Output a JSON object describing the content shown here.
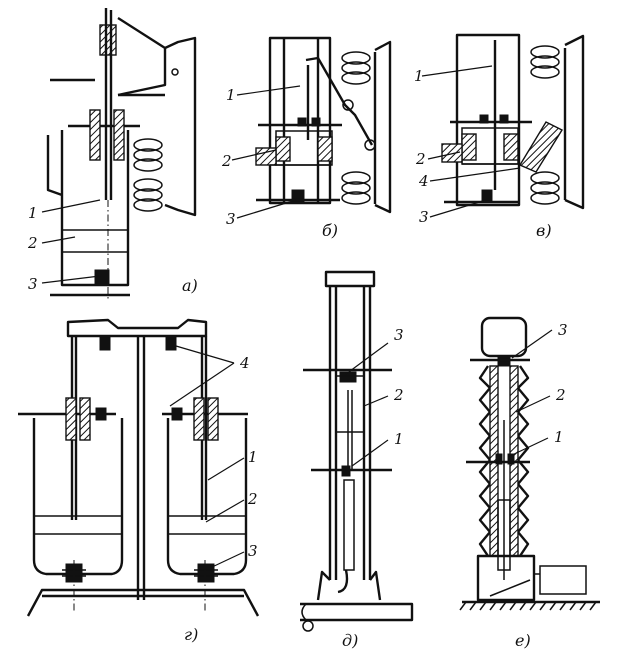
{
  "panels": {
    "a": {
      "caption": "а)",
      "labels": {
        "l1": "1",
        "l2": "2",
        "l3": "3"
      }
    },
    "b": {
      "caption": "б)",
      "labels": {
        "l1": "1",
        "l2": "2",
        "l3": "3"
      }
    },
    "v": {
      "caption": "в)",
      "labels": {
        "l1": "1",
        "l2": "2",
        "l3": "3",
        "l4": "4"
      }
    },
    "g": {
      "caption": "г)",
      "labels": {
        "l1": "1",
        "l2": "2",
        "l3": "3",
        "l4": "4"
      }
    },
    "d": {
      "caption": "д)",
      "labels": {
        "l1": "1",
        "l2": "2",
        "l3": "3"
      }
    },
    "e": {
      "caption": "е)",
      "labels": {
        "l1": "1",
        "l2": "2",
        "l3": "3"
      }
    }
  }
}
